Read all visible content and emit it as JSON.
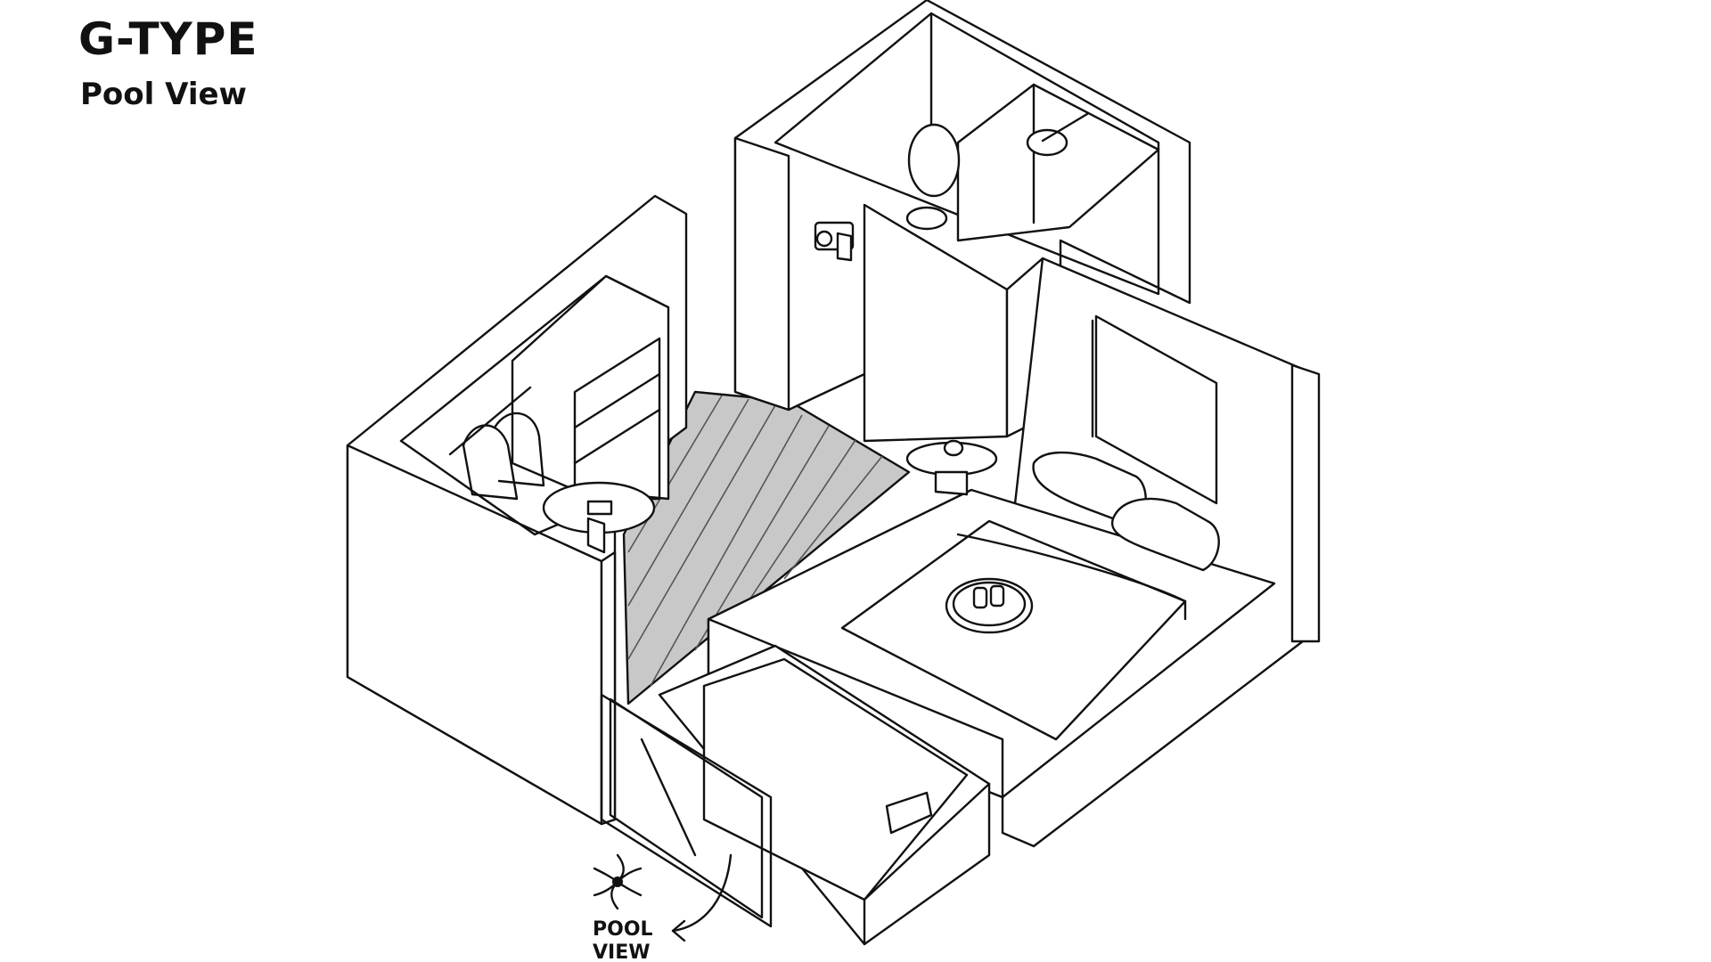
{
  "header": {
    "title": "G-TYPE",
    "subtitle": "Pool View"
  },
  "labels": {
    "pool_view_line1": "POOL",
    "pool_view_line2": "VIEW"
  },
  "icons": {
    "pool_view": "pinwheel-icon"
  },
  "colors": {
    "line": "#111111",
    "floor": "#c8c8c8",
    "background": "#ffffff"
  }
}
